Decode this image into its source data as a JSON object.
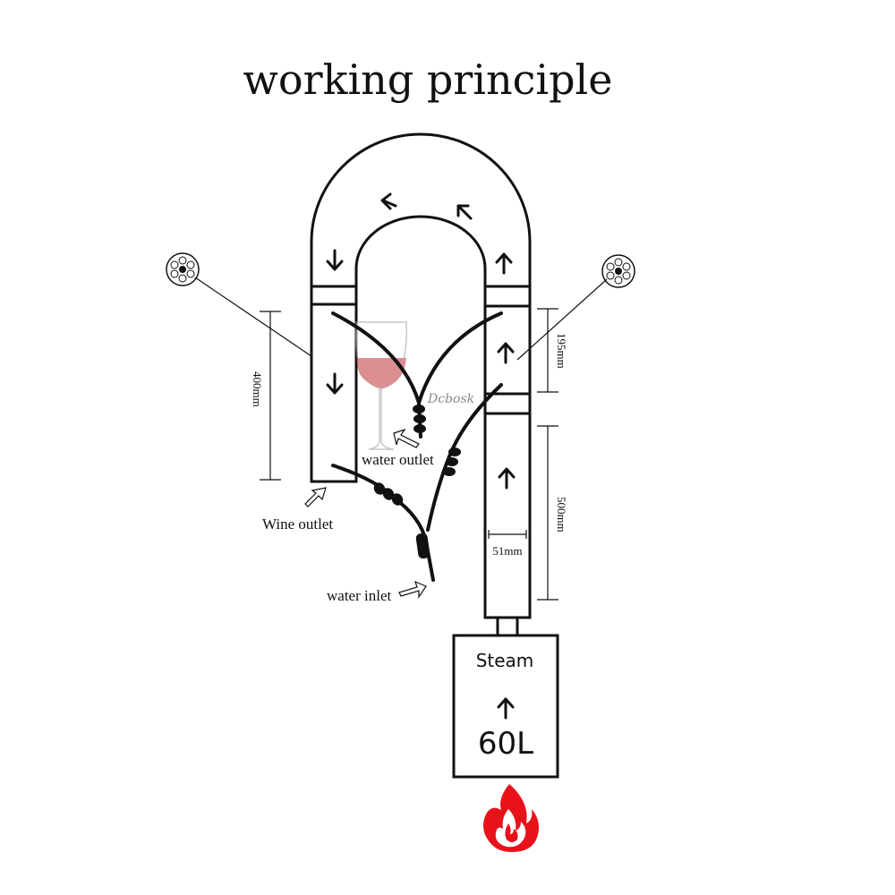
{
  "title": "working principle",
  "labels": {
    "water_outlet": "water outlet",
    "wine_outlet": "Wine outlet",
    "water_inlet": "water inlet",
    "steam": "Steam",
    "volume": "60L"
  },
  "dimensions": {
    "left_column_height": "400mm",
    "right_upper_height": "195mm",
    "right_lower_height": "500mm",
    "column_diameter": "51mm"
  },
  "watermark": "Dcbosk",
  "colors": {
    "stroke": "#111111",
    "flame": "#e8121b",
    "wine": "#c0323c"
  },
  "icons": [
    "flange-icon",
    "wine-glass-icon",
    "flame-icon",
    "hollow-arrow-icon"
  ]
}
